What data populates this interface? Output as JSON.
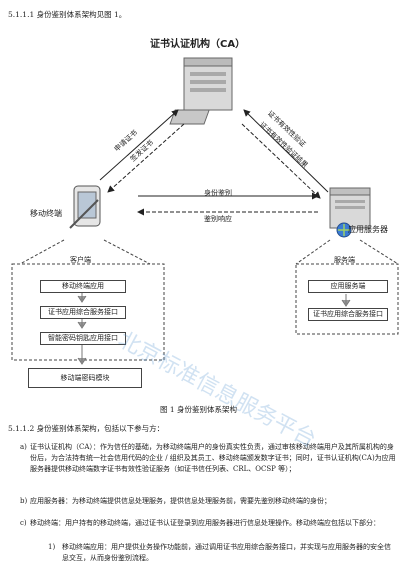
{
  "section_heading": "5.1.1.1    身份鉴别体系架构见图 1。",
  "diagram": {
    "ca_title": "证书认证机构（CA）",
    "terminal_label": "移动终端",
    "app_server_label": "应用服务器",
    "edge_left_top": "申请证书",
    "edge_left_bottom": "签发证书",
    "edge_right_top": "证书有效性验证",
    "edge_right_bottom": "证书有效性验证结果",
    "edge_mid_top": "身份鉴别",
    "edge_mid_bottom": "鉴别响应",
    "client_panel": {
      "title": "客户端",
      "items": [
        "移动终端应用",
        "证书应用综合服务接口",
        "智能密码钥匙应用接口"
      ]
    },
    "client_module": "移动端密码模块",
    "server_panel": {
      "title": "服务端",
      "items": [
        "应用服务端",
        "证书应用综合服务接口"
      ]
    }
  },
  "figure_caption": "图 1   身份鉴别体系架构",
  "section_2_heading": "5.1.1.2    身份鉴别体系架构，包括以下参与方：",
  "paragraphs": [
    {
      "marker": "a)",
      "text": "证书认证机构（CA）：作为信任的基础，为移动终端用户的身份真实性负责，通过审核移动终端用户及其所属机构的身份后，为合法持有统一社会信用代码的企业 / 组织及其员工、移动终端颁发数字证书；同时，证书认证机构(CA)为应用服务器提供移动终端数字证书有效性验证服务（如证书信任列表、CRL、OCSP 等）；"
    },
    {
      "marker": "b)",
      "text": "应用服务器：为移动终端提供信息处理服务，提供信息处理服务前，需要先鉴别移动终端的身份；"
    },
    {
      "marker": "c)",
      "text": "移动终端：用户持有的移动终端，通过证书认证登录到应用服务器进行信息处理操作。移动终端应包括以下部分："
    }
  ],
  "sub_items": [
    {
      "marker": "1)",
      "text": "移动终端应用：用户提供业务操作功能前，通过调用证书应用综合服务接口，并实现与应用服务器的安全信息交互，从而身份鉴别流程。"
    }
  ],
  "watermark": "北京标准信息服务平台"
}
